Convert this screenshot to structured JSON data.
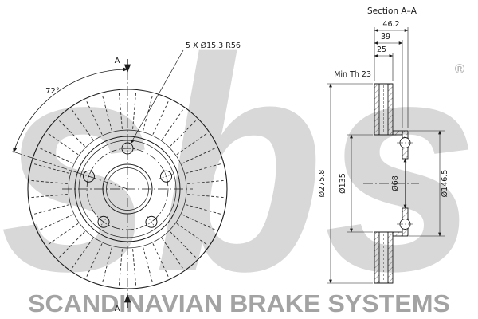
{
  "watermark": {
    "logo": "sbs",
    "registered": "®",
    "footer": "SCANDINAVIAN BRAKE SYSTEMS"
  },
  "front_view": {
    "section_label_top": "A",
    "section_label_bottom": "A",
    "angle_label": "72°",
    "bolt_callout": "5 X Ø15.3 R56"
  },
  "section_view": {
    "title": "Section A–A",
    "dims": {
      "overall_width": "46.2",
      "hat_depth": "39",
      "disc_thickness": "25",
      "min_thickness": "Min Th 23",
      "outer_diameter": "Ø275.8",
      "inner_friction_diameter": "Ø135",
      "center_bore": "Ø68",
      "hat_diameter": "Ø146.5"
    }
  },
  "colors": {
    "line": "#1a1a1a",
    "logo_watermark": "#d8d8d8",
    "footer_watermark": "#a3a3a3",
    "background": "#ffffff"
  }
}
